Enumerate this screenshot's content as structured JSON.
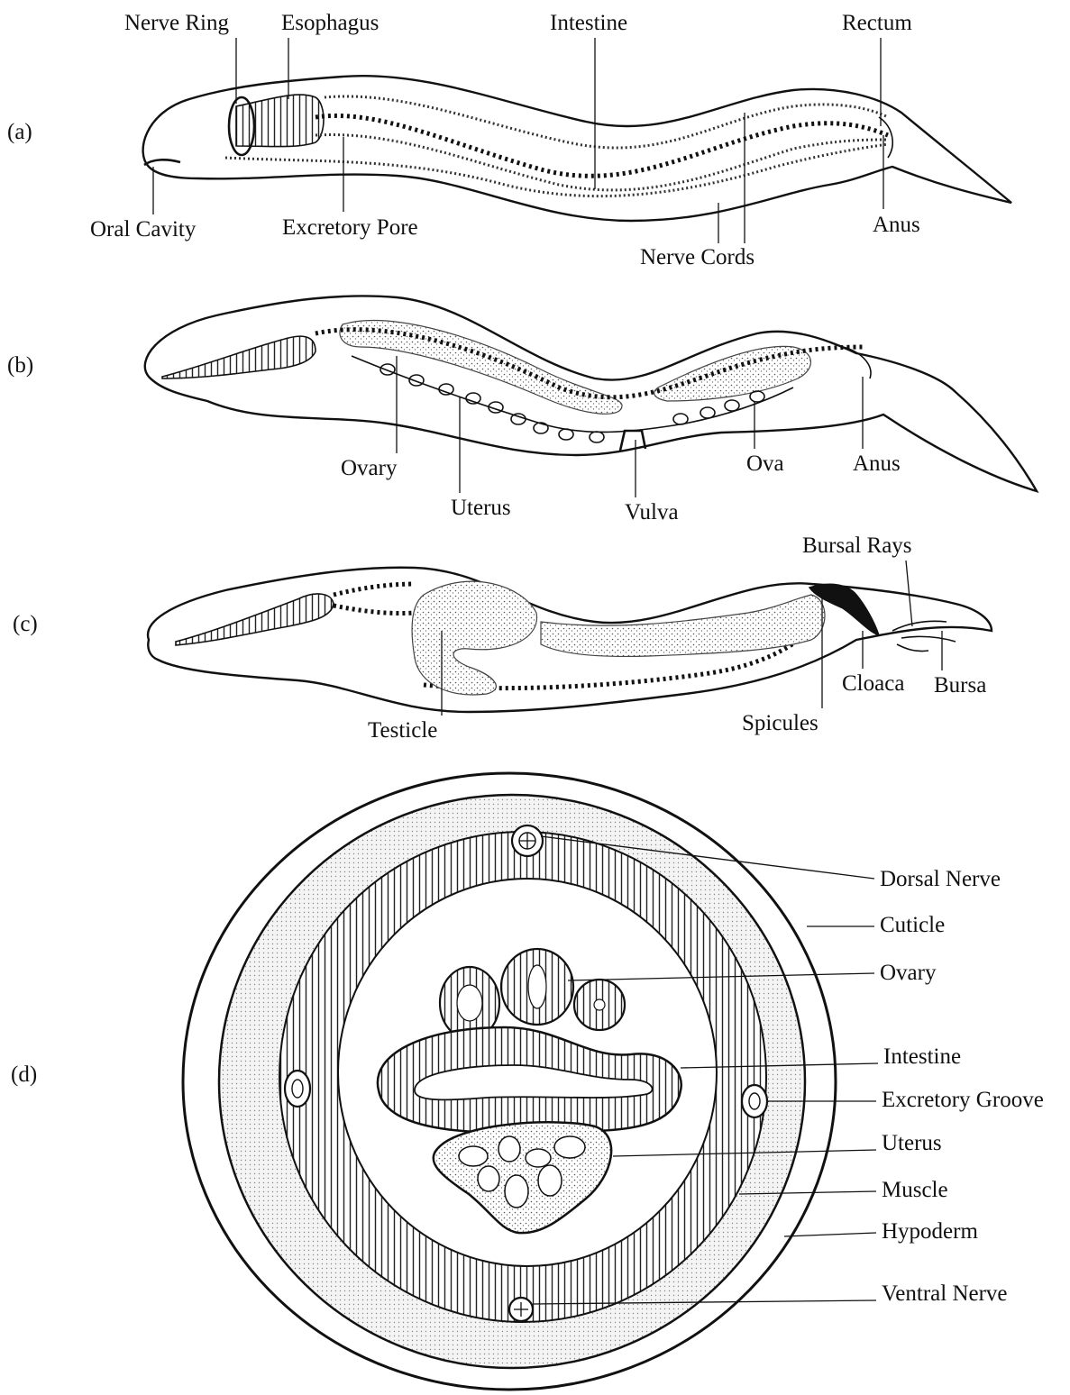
{
  "panels": {
    "a": {
      "tag": "(a)",
      "labels": {
        "nerve_ring": "Nerve Ring",
        "esophagus": "Esophagus",
        "intestine": "Intestine",
        "rectum": "Rectum",
        "oral_cavity": "Oral Cavity",
        "excretory_pore": "Excretory Pore",
        "anus": "Anus",
        "nerve_cords": "Nerve Cords"
      }
    },
    "b": {
      "tag": "(b)",
      "labels": {
        "ovary": "Ovary",
        "uterus": "Uterus",
        "vulva": "Vulva",
        "ova": "Ova",
        "anus": "Anus"
      }
    },
    "c": {
      "tag": "(c)",
      "labels": {
        "bursal_rays": "Bursal Rays",
        "cloaca": "Cloaca",
        "bursa": "Bursa",
        "spicules": "Spicules",
        "testicle": "Testicle"
      }
    },
    "d": {
      "tag": "(d)",
      "labels": {
        "dorsal_nerve": "Dorsal Nerve",
        "cuticle": "Cuticle",
        "ovary": "Ovary",
        "intestine": "Intestine",
        "excretory_groove": "Excretory Groove",
        "uterus": "Uterus",
        "muscle": "Muscle",
        "hypoderm": "Hypoderm",
        "ventral_nerve": "Ventral Nerve"
      }
    }
  }
}
